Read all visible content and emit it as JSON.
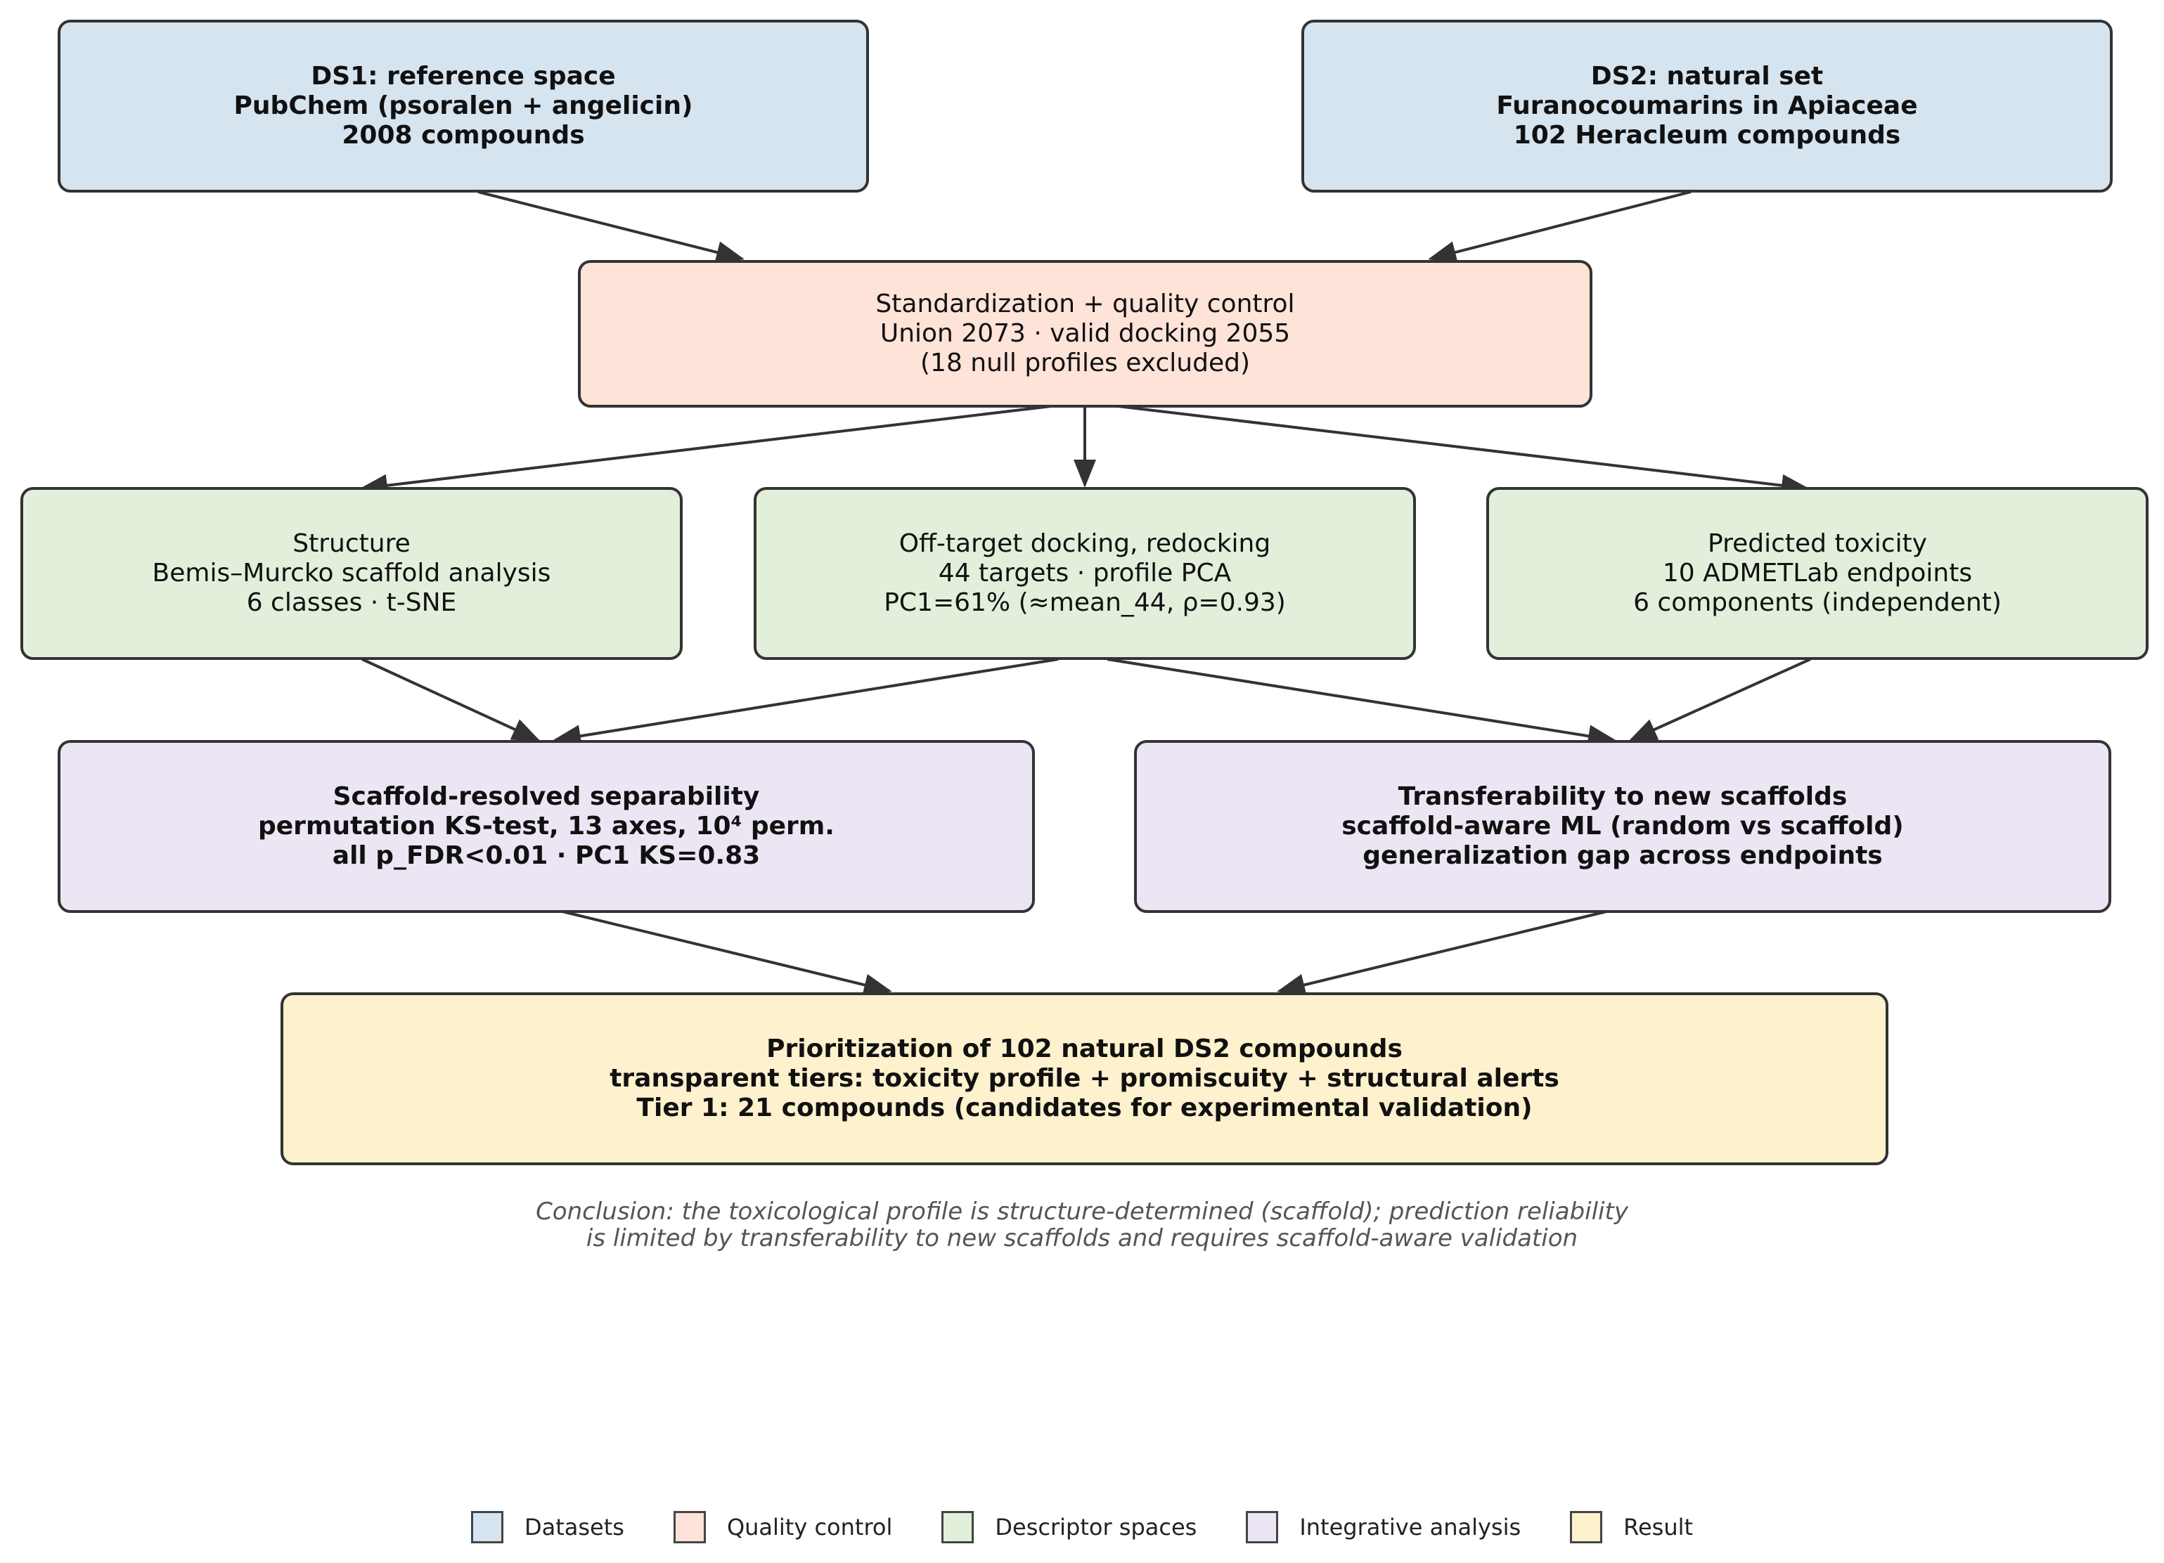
{
  "nodes": {
    "ds1": {
      "lines": [
        "DS1: reference space",
        "PubChem (psoralen + angelicin)",
        "2008 compounds"
      ]
    },
    "ds2": {
      "lines": [
        "DS2: natural set",
        "Furanocoumarins in Apiaceae",
        "102 Heracleum compounds"
      ]
    },
    "qc": {
      "lines": [
        "Standardization + quality control",
        "Union 2073 · valid docking 2055",
        "(18 null profiles excluded)"
      ]
    },
    "structure": {
      "lines": [
        "Structure",
        "Bemis–Murcko scaffold analysis",
        "6 classes · t-SNE"
      ]
    },
    "docking": {
      "lines": [
        "Off-target docking, redocking",
        "44 targets · profile PCA",
        "PC1=61% (≈mean_44, ρ=0.93)"
      ]
    },
    "toxicity": {
      "lines": [
        "Predicted toxicity",
        "10 ADMETLab endpoints",
        "6 components (independent)"
      ]
    },
    "separability": {
      "lines": [
        "Scaffold-resolved separability",
        "permutation KS-test, 13 axes, 10⁴ perm.",
        "all p_FDR<0.01 · PC1 KS=0.83"
      ]
    },
    "transferability": {
      "lines": [
        "Transferability to new scaffolds",
        "scaffold-aware ML (random vs scaffold)",
        "generalization gap across endpoints"
      ]
    },
    "prioritization": {
      "lines": [
        "Prioritization of 102 natural DS2 compounds",
        "transparent tiers: toxicity profile + promiscuity + structural alerts",
        "Tier 1: 21 compounds (candidates for experimental validation)"
      ]
    }
  },
  "conclusion": {
    "line1": "Conclusion: the toxicological profile is structure-determined (scaffold); prediction reliability",
    "line2": "is limited by transferability to new scaffolds and requires scaffold-aware validation"
  },
  "legend": [
    {
      "label": "Datasets",
      "color": "#d6e4f0"
    },
    {
      "label": "Quality control",
      "color": "#fde3d8"
    },
    {
      "label": "Descriptor spaces",
      "color": "#e2efdb"
    },
    {
      "label": "Integrative analysis",
      "color": "#ece6f4"
    },
    {
      "label": "Result",
      "color": "#fef1cd"
    }
  ],
  "colors": {
    "datasets": "#d6e4f0",
    "quality_control": "#fde3d8",
    "descriptor_spaces": "#e2efdb",
    "integrative_analysis": "#ece6f4",
    "result": "#fef1cd",
    "border": "#333333"
  }
}
